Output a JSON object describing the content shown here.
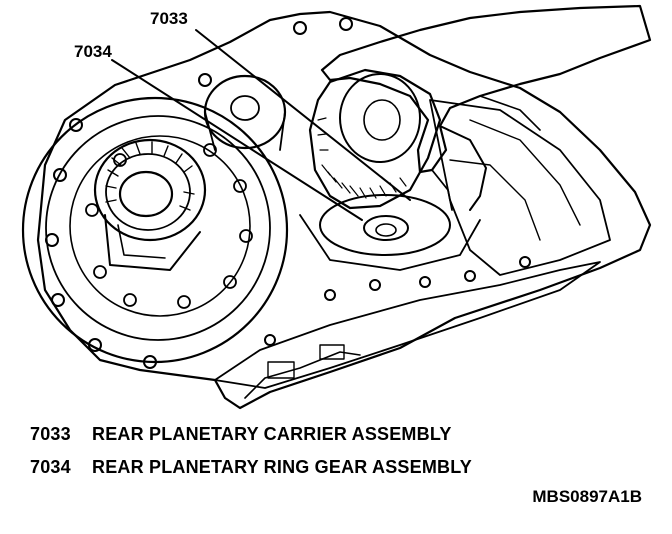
{
  "callouts": [
    {
      "code": "7033"
    },
    {
      "code": "7034"
    }
  ],
  "legend": [
    {
      "code": "7033",
      "description": "REAR PLANETARY CARRIER ASSEMBLY"
    },
    {
      "code": "7034",
      "description": "REAR PLANETARY RING GEAR ASSEMBLY"
    }
  ],
  "figure_id": "MBS0897A1B",
  "colors": {
    "ink": "#000000",
    "paper": "#ffffff"
  }
}
